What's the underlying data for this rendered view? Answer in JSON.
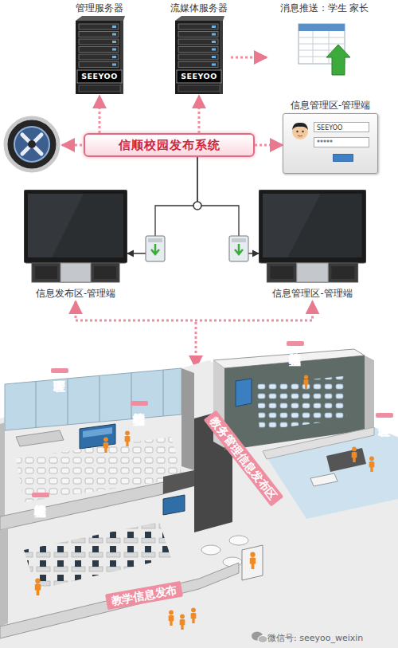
{
  "diagram": {
    "nodes": [
      {
        "text": [
          "管理服务器",
          "SEEYOO"
        ]
      },
      {
        "text": [
          "流媒体服务器",
          "SEEYOO"
        ]
      },
      {
        "text": [
          "消息推送：学生 家长"
        ]
      },
      {
        "text": [
          "信息管理区-管理端",
          "SEEYOO",
          "*****"
        ]
      },
      {
        "text": [
          "信顺校园发布系统"
        ]
      },
      {
        "text": [
          "信息发布区-管理端"
        ]
      },
      {
        "text": [
          "信息管理区-管理端"
        ]
      },
      {
        "text": [
          "教室终端"
        ]
      },
      {
        "text": [
          "管理区"
        ]
      },
      {
        "text": [
          "教室终端"
        ]
      },
      {
        "text": [
          "教务管理信息发布区"
        ]
      },
      {
        "text": [
          "管理区"
        ]
      },
      {
        "text": [
          "教室终端"
        ]
      },
      {
        "text": [
          "教学信息发布"
        ]
      }
    ],
    "edges": [
      {
        "from": 4,
        "to": 0,
        "arrow": "to"
      },
      {
        "from": 4,
        "to": 1,
        "arrow": "to"
      },
      {
        "from": 1,
        "to": 2,
        "arrow": "to"
      },
      {
        "from": 4,
        "to": 3,
        "arrow": "to"
      },
      {
        "from": 4,
        "to": 5,
        "arrow": "to"
      },
      {
        "from": 4,
        "to": 6,
        "arrow": "to"
      },
      {
        "from": 5,
        "to": 6,
        "arrow": "both"
      }
    ],
    "labels": [
      "微信号: seeyoo_weixin"
    ]
  }
}
